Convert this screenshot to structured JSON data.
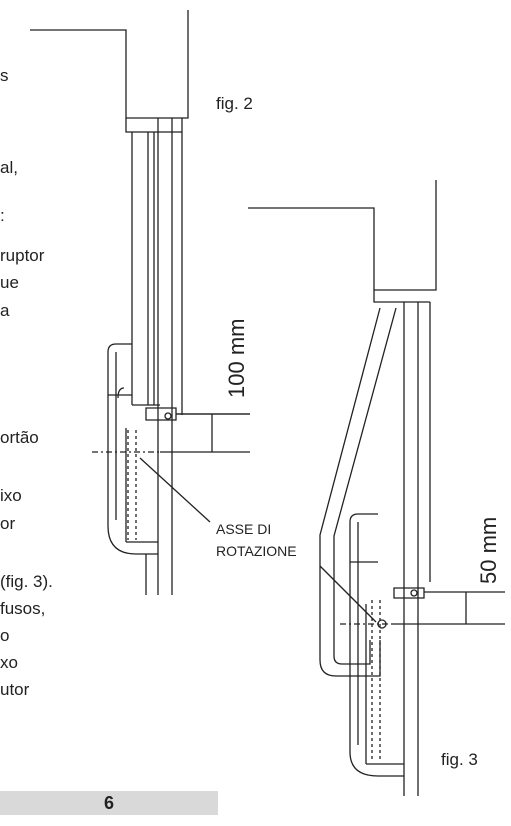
{
  "text_fragments": [
    "s",
    "al,",
    ":",
    "ruptor",
    "ue",
    "a",
    "ortão",
    "ixo",
    "or",
    "(fig. 3).",
    "fusos,",
    "o",
    "xo",
    "utor"
  ],
  "figures": {
    "fig2_label": "fig. 2",
    "fig3_label": "fig. 3",
    "fig2_dimension": "100 mm",
    "fig3_dimension": "50 mm"
  },
  "annotation": {
    "line1": "ASSE DI",
    "line2": "ROTAZIONE"
  },
  "page": {
    "number": "6"
  }
}
